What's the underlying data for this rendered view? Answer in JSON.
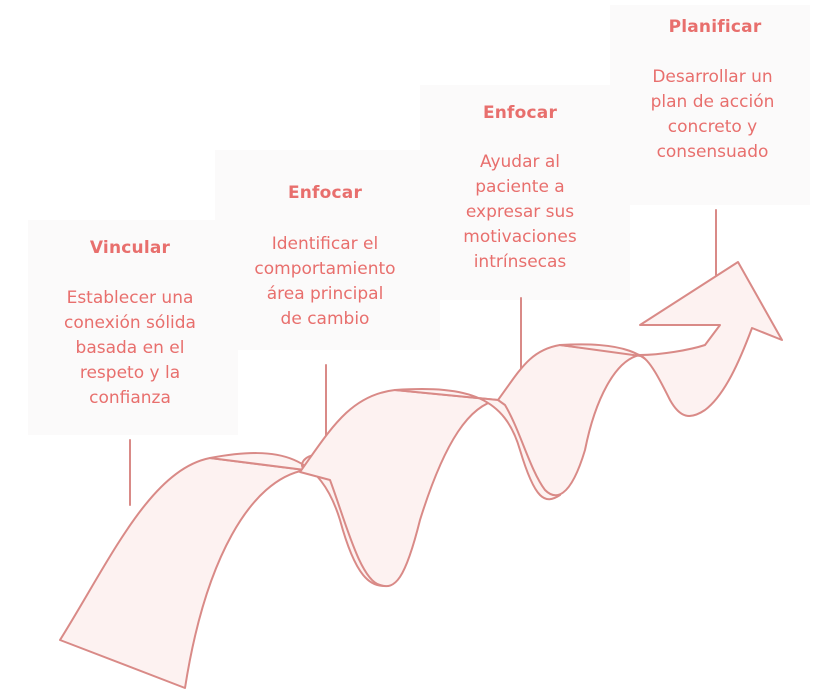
{
  "colors": {
    "accent": "#e86f6d",
    "ribbon_stroke": "#d98a87",
    "ribbon_fill": "#fdf2f1",
    "panel": "#fafafa"
  },
  "steps": [
    {
      "title": "Vincular",
      "lines": [
        "Establecer una",
        "conexión sólida",
        "basada en el",
        "respeto y la",
        "confianza"
      ]
    },
    {
      "title": "Enfocar",
      "lines": [
        "Identificar el",
        "comportamiento",
        "área principal",
        "de cambio"
      ]
    },
    {
      "title": "Enfocar",
      "lines": [
        "Ayudar al",
        "paciente a",
        "expresar sus",
        "motivaciones",
        "intrínsecas"
      ]
    },
    {
      "title": "Planificar",
      "lines": [
        "Desarrollar un",
        "plan de acción",
        "concreto y",
        "consensuado"
      ]
    }
  ]
}
